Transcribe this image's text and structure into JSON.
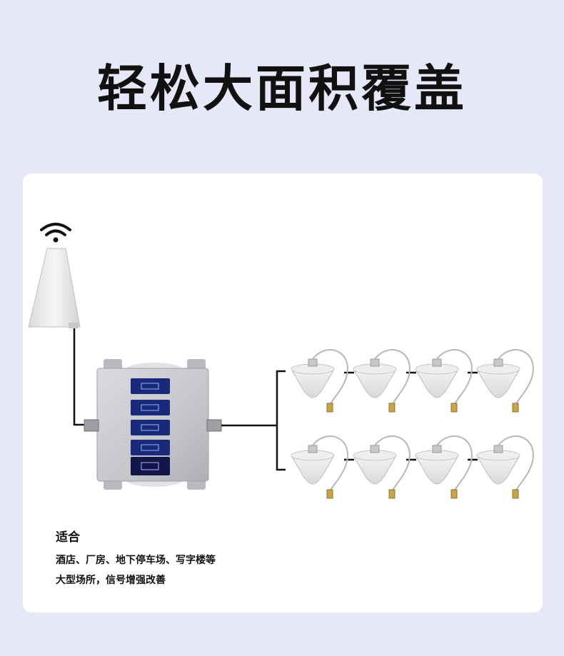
{
  "headline": "轻松大面积覆盖",
  "caption": {
    "title": "适合",
    "lines": [
      "酒店、厂房、地下停车场、写字楼等",
      "大型场所，信号增强改善"
    ]
  },
  "icons": {
    "signal": "wifi-signal-icon",
    "outdoor_antenna": "yagi-antenna",
    "repeater": "signal-repeater-device",
    "indoor_antenna": "ceiling-antenna"
  },
  "colors": {
    "background": "#e6e8f7",
    "card": "#ffffff",
    "device_body": "#c9cbd0",
    "display": "#1a2a7a",
    "cable": "#111111"
  }
}
